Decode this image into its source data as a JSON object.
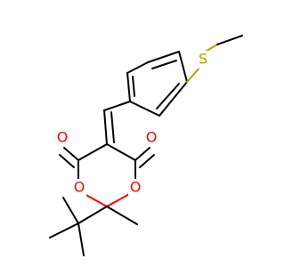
{
  "molecule": {
    "atoms": {
      "sulfur": "S",
      "oxygen_carbonyl_left": "O",
      "oxygen_carbonyl_right": "O",
      "oxygen_ring_left": "O",
      "oxygen_ring_right": "O"
    },
    "colors": {
      "bond": "#000000",
      "oxygen": "#ff0000",
      "sulfur": "#b2a100",
      "background": "#ffffff"
    }
  }
}
